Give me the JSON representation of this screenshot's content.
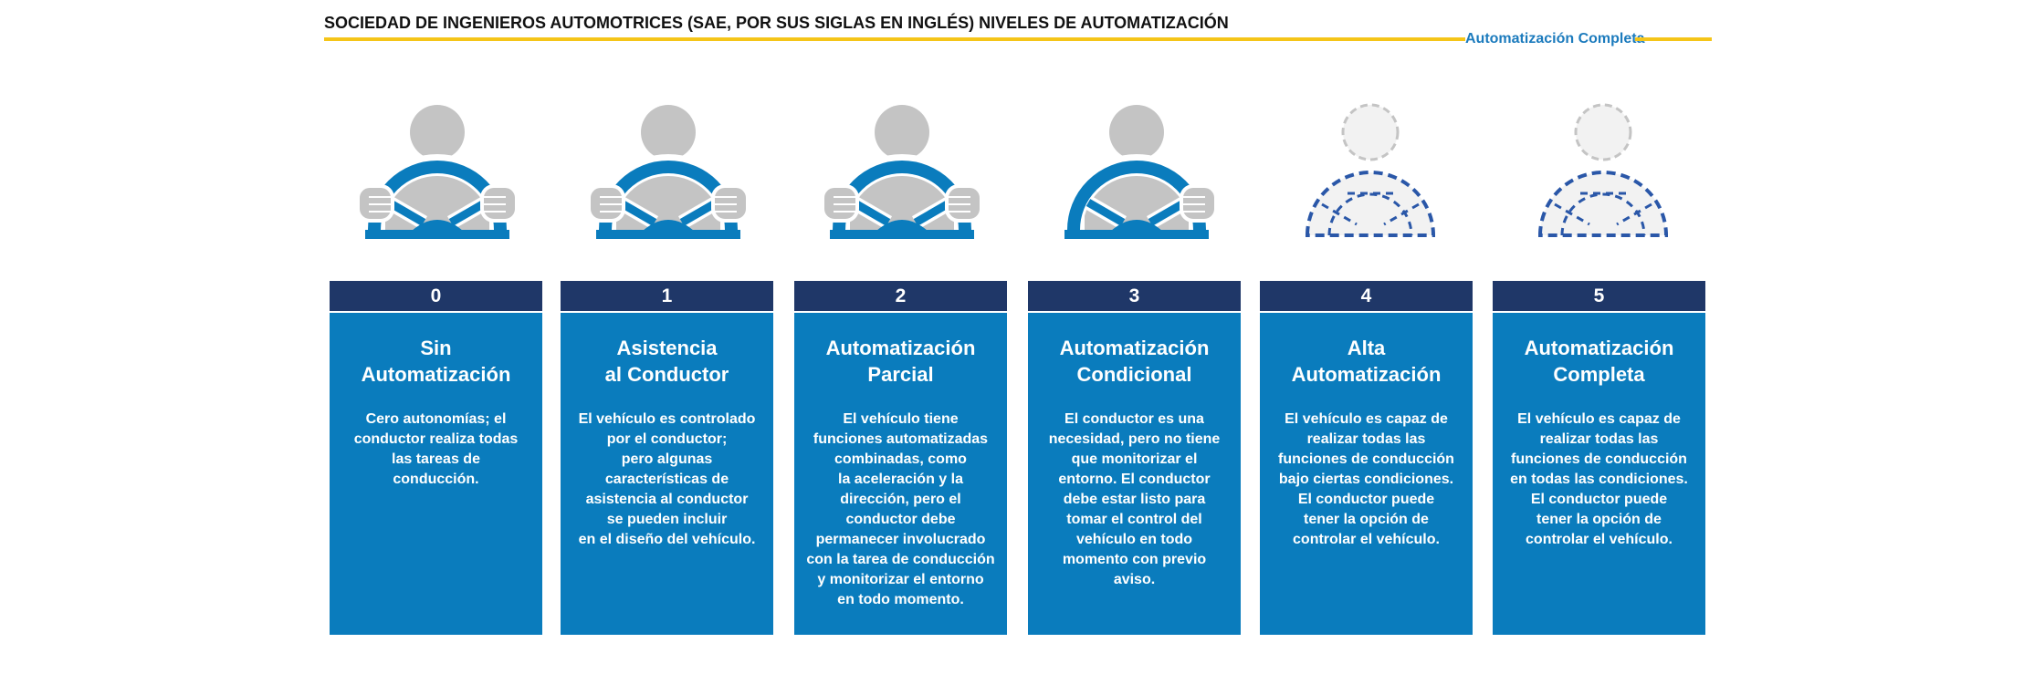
{
  "header": {
    "title": "SOCIEDAD DE INGENIEROS AUTOMOTRICES (SAE, POR SUS SIGLAS EN INGLÉS) NIVELES DE AUTOMATIZACIÓN",
    "rule_label": "Automatización Completa",
    "rule_color": "#f5c518",
    "rule_label_color": "#1c7bbd"
  },
  "colors": {
    "number_bar": "#1f3768",
    "card": "#0a7cbd",
    "figure_gray": "#c4c4c4",
    "wheel_blue": "#0a7cbd",
    "dashed_blue": "#2a57a8"
  },
  "levels": [
    {
      "number": "0",
      "title": "Sin\nAutomatización",
      "description": "Cero autonomías; el\nconductor realiza todas\nlas tareas de\nconducción.",
      "icon": "driver-hands-on-wheel-icon"
    },
    {
      "number": "1",
      "title": "Asistencia\nal Conductor",
      "description": "El vehículo es controlado\npor el conductor;\npero algunas\ncaracterísticas de\nasistencia al conductor\nse pueden incluir\nen el diseño del vehículo.",
      "icon": "driver-hands-on-wheel-icon"
    },
    {
      "number": "2",
      "title": "Automatización\nParcial",
      "description": "El vehículo tiene\nfunciones automatizadas\ncombinadas, como\nla aceleración y la\ndirección, pero el\nconductor debe\npermanecer involucrado\ncon la tarea de conducción\ny monitorizar el entorno\nen todo momento.",
      "icon": "driver-hands-on-wheel-icon"
    },
    {
      "number": "3",
      "title": "Automatización\nCondicional",
      "description": "El conductor es una\nnecesidad, pero no tiene\nque monitorizar el\nentorno. El conductor\ndebe estar listo para\ntomar el control del\nvehículo en todo\nmomento con previo\naviso.",
      "icon": "driver-hands-off-wheel-icon"
    },
    {
      "number": "4",
      "title": "Alta\nAutomatización",
      "description": "El vehículo es capaz de\nrealizar todas las\nfunciones de conducción\nbajo ciertas condiciones.\nEl conductor puede\ntener la opción de\ncontrolar el vehículo.",
      "icon": "optional-driver-dashed-icon"
    },
    {
      "number": "5",
      "title": "Automatización\nCompleta",
      "description": "El vehículo es capaz de\nrealizar todas las\nfunciones de conducción\nen todas las condiciones.\nEl conductor puede\ntener la opción de\ncontrolar el vehículo.",
      "icon": "optional-driver-dashed-icon"
    }
  ]
}
